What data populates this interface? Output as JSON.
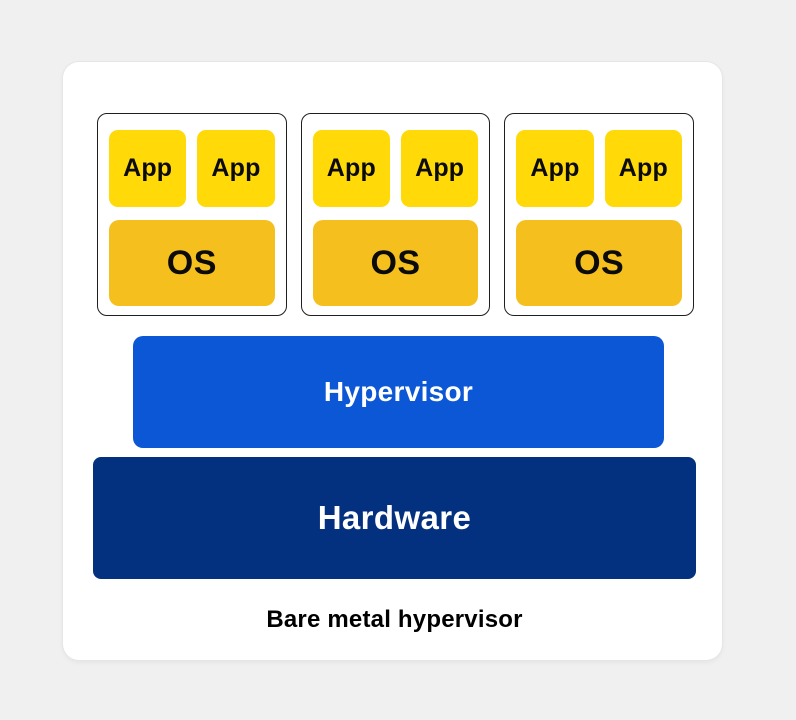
{
  "diagram": {
    "caption": "Bare metal hypervisor",
    "layers": {
      "hypervisor_label": "Hypervisor",
      "hardware_label": "Hardware"
    },
    "vms": [
      {
        "apps": [
          "App",
          "App"
        ],
        "os": "OS"
      },
      {
        "apps": [
          "App",
          "App"
        ],
        "os": "OS"
      },
      {
        "apps": [
          "App",
          "App"
        ],
        "os": "OS"
      }
    ],
    "colors": {
      "page_background": "#f0f0f1",
      "card_background": "#ffffff",
      "app_fill": "#ffd908",
      "os_fill": "#f5c01e",
      "hypervisor_fill": "#0b57d5",
      "hardware_fill": "#04317f",
      "vm_border": "#1f1f1f",
      "dark_text": "#0b0b0b",
      "light_text": "#ffffff"
    }
  }
}
